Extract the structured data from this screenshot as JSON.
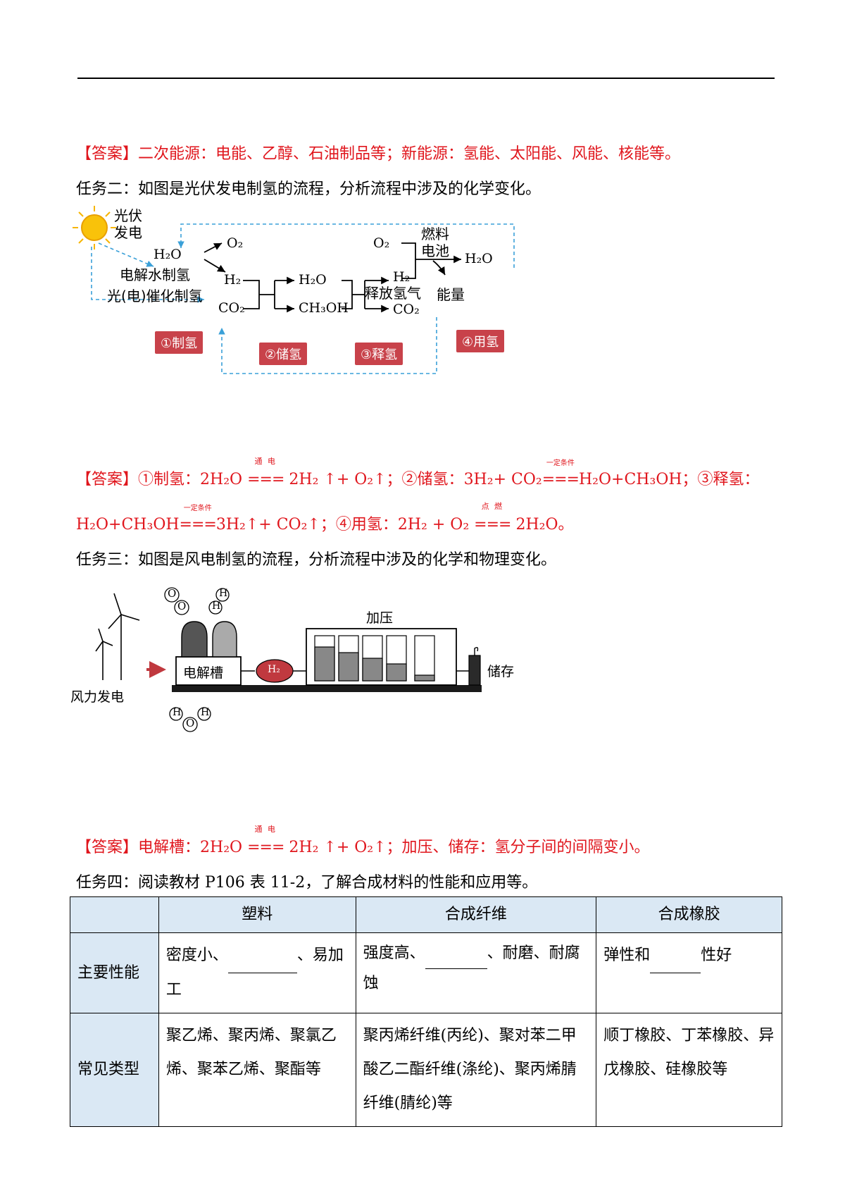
{
  "answer1": {
    "prefix": "【答案】",
    "text": "二次能源：电能、乙醇、石油制品等；新能源：氢能、太阳能、风能、核能等。"
  },
  "task2": {
    "text": "任务二：如图是光伏发电制氢的流程，分析流程中涉及的化学变化。"
  },
  "diagram1": {
    "pv_label_1": "光伏",
    "pv_label_2": "发电",
    "h2o": "H₂O",
    "o2_a": "O₂",
    "electrolysis": "电解水制氢",
    "photo_catalysis": "光(电)催化制氢",
    "h2_a": "H₂",
    "co2_a": "CO₂",
    "h2o_b": "H₂O",
    "ch3oh": "CH₃OH",
    "h2_b": "H₂",
    "release": "释放氢气",
    "co2_b": "CO₂",
    "o2_b": "O₂",
    "fuel_cell_1": "燃料",
    "fuel_cell_2": "电池",
    "h2o_c": "H₂O",
    "energy": "能量",
    "step1": "①制氢",
    "step2": "②储氢",
    "step3": "③释氢",
    "step4": "④用氢",
    "colors": {
      "badge": "#c8424a",
      "dashed_arrow": "#3aa0d8",
      "sun": "#f7b500"
    }
  },
  "answer2": {
    "prefix": "【答案】",
    "s1_label": "①制氢：",
    "s1_lhs": "2H₂O",
    "cond_electric": "通 电",
    "s1_rhs": "2H₂ ↑+ O₂↑；",
    "s2_label": "②储氢：",
    "s2_lhs": "3H₂+ CO₂",
    "cond_certain": "一定条件",
    "s2_rhs": "H₂O+CH₃OH；",
    "s3_label": "③释氢：",
    "s3_lhs": "H₂O+CH₃OH",
    "s3_rhs": "3H₂↑+ CO₂↑；",
    "s4_label": "④用氢：",
    "s4_lhs": "2H₂ + O₂",
    "cond_ignite": "点 燃",
    "s4_rhs": "2H₂O。",
    "eq_sign": "==="
  },
  "task3": {
    "text": "任务三：如图是风电制氢的流程，分析流程中涉及的化学和物理变化。"
  },
  "diagram2": {
    "wind": "风力发电",
    "electrolyzer": "电解槽",
    "pressurize": "加压",
    "storage": "储存",
    "o_atom": "O",
    "h_atom": "H",
    "h2": "H₂",
    "colors": {
      "tank_dark": "#555555",
      "tank_light": "#aaaaaa",
      "h2_oval": "#c0393f",
      "arrow": "#c0393f"
    }
  },
  "answer3": {
    "prefix": "【答案】",
    "label": "电解槽：",
    "lhs": "2H₂O",
    "cond": "通 电",
    "eq_sign": "===",
    "rhs": "2H₂ ↑+ O₂↑；",
    "tail": "加压、储存：氢分子间的间隔变小。"
  },
  "task4": {
    "text": "任务四：阅读教材 P106 表 11-2，了解合成材料的性能和应用等。"
  },
  "table": {
    "headers": [
      "",
      "塑料",
      "合成纤维",
      "合成橡胶"
    ],
    "rows": [
      {
        "label": "主要性能",
        "c1_a": "密度小、",
        "c1_b": "、易加工",
        "c2_a": "强度高、",
        "c2_b": "、耐磨、耐腐蚀",
        "c3_a": "弹性和",
        "c3_b": "性好"
      },
      {
        "label": "常见类型",
        "c1": "聚乙烯、聚丙烯、聚氯乙烯、聚苯乙烯、聚酯等",
        "c2": "聚丙烯纤维(丙纶)、聚对苯二甲酸乙二酯纤维(涤纶)、聚丙烯腈纤维(腈纶)等",
        "c3": "顺丁橡胶、丁苯橡胶、异戊橡胶、硅橡胶等"
      }
    ]
  }
}
